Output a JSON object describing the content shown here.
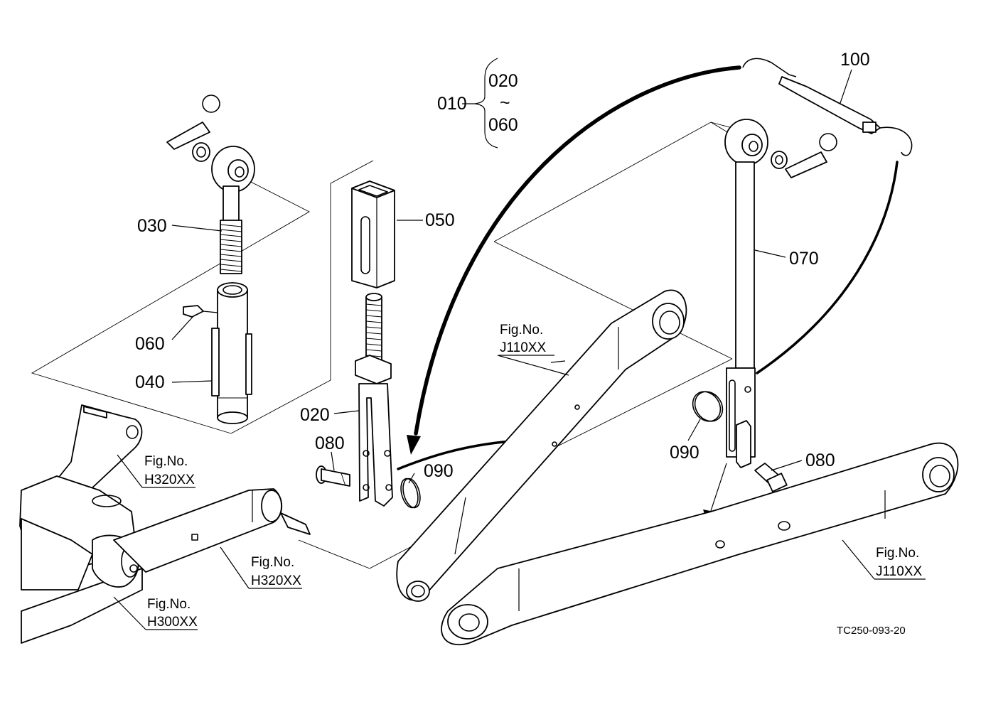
{
  "diagram": {
    "drawing_code": "TC250-093-20",
    "callouts": {
      "p010": "010",
      "p020_range_start": "020",
      "range_tilde": "~",
      "p060_range_end": "060",
      "p100": "100",
      "p030": "030",
      "p050": "050",
      "p070": "070",
      "p060": "060",
      "p040": "040",
      "p020": "020",
      "p080_left": "080",
      "p090_left": "090",
      "p090_right": "090",
      "p080_right": "080"
    },
    "figure_refs": {
      "upper_center": {
        "line1": "Fig.No.",
        "line2": "J110XX"
      },
      "left_upper": {
        "line1": "Fig.No.",
        "line2": "H320XX"
      },
      "left_lower": {
        "line1": "Fig.No.",
        "line2": "H320XX"
      },
      "bottom_left": {
        "line1": "Fig.No.",
        "line2": "H300XX"
      },
      "right": {
        "line1": "Fig.No.",
        "line2": "J110XX"
      }
    }
  }
}
